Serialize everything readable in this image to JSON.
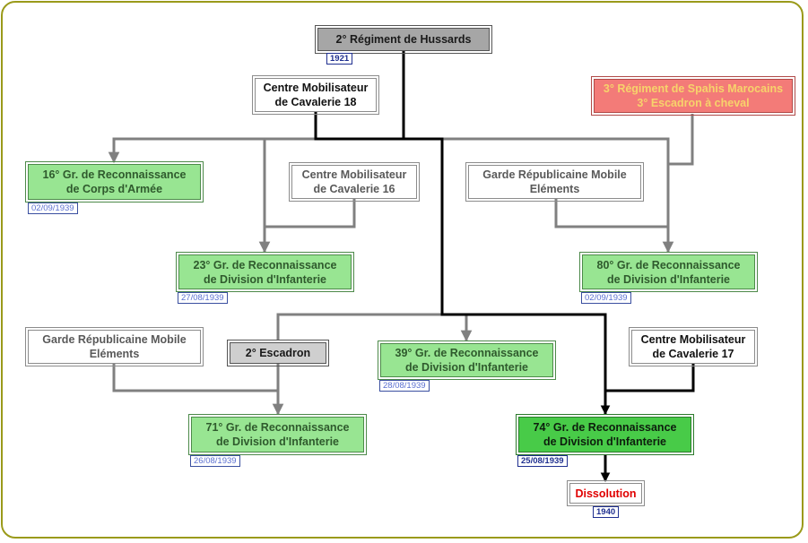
{
  "nodes": {
    "regiment_hussards": "2° Régiment de Hussards",
    "regiment_hussards_date": "1921",
    "cm_cav_18_line1": "Centre Mobilisateur",
    "cm_cav_18_line2": "de Cavalerie 18",
    "spahis_line1": "3° Régiment de Spahis Marocains",
    "spahis_line2": "3° Escadron à cheval",
    "gr16_line1": "16° Gr. de Reconnaissance",
    "gr16_line2": "de Corps d'Armée",
    "gr16_date": "02/09/1939",
    "cm_cav_16_line1": "Centre Mobilisateur",
    "cm_cav_16_line2": "de Cavalerie 16",
    "grm_a_line1": "Garde Républicaine Mobile",
    "grm_a_line2": "Eléments",
    "gr23_line1": "23° Gr. de Reconnaissance",
    "gr23_line2": "de Division d'Infanterie",
    "gr23_date": "27/08/1939",
    "gr80_line1": "80° Gr. de Reconnaissance",
    "gr80_line2": "de Division d'Infanterie",
    "gr80_date": "02/09/1939",
    "grm_b_line1": "Garde Républicaine Mobile",
    "grm_b_line2": "Eléments",
    "escadron2": "2° Escadron",
    "gr39_line1": "39° Gr. de Reconnaissance",
    "gr39_line2": "de Division d'Infanterie",
    "gr39_date": "28/08/1939",
    "cm_cav_17_line1": "Centre Mobilisateur",
    "cm_cav_17_line2": "de Cavalerie 17",
    "gr71_line1": "71° Gr. de Reconnaissance",
    "gr71_line2": "de Division d'Infanterie",
    "gr71_date": "26/08/1939",
    "gr74_line1": "74° Gr. de Reconnaissance",
    "gr74_line2": "de Division d'Infanterie",
    "gr74_date": "25/08/1939",
    "dissolution": "Dissolution",
    "dissolution_date": "1940"
  },
  "colors": {
    "main_line": "#000000",
    "secondary_line": "#808080",
    "frame": "#9a9a1a"
  }
}
